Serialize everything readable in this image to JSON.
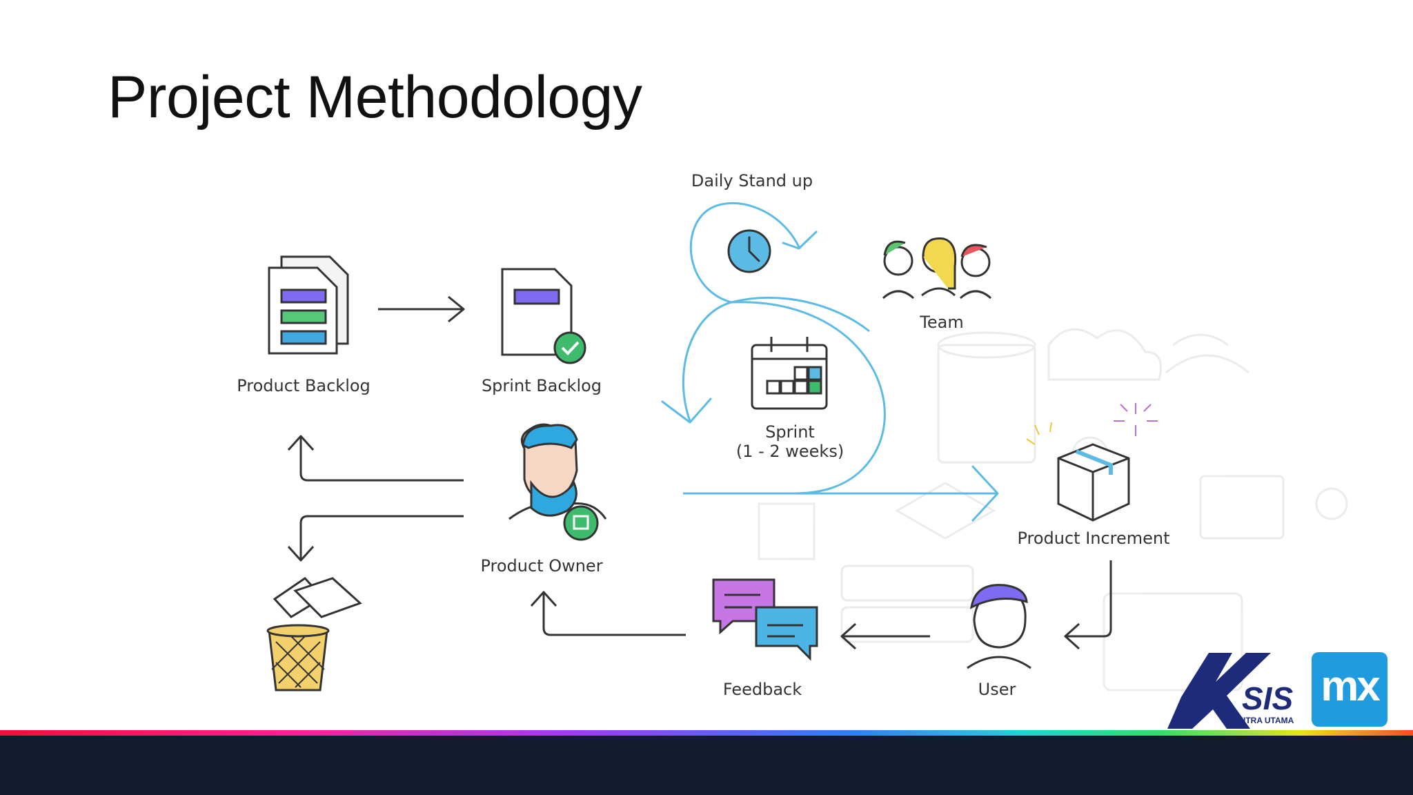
{
  "slide": {
    "title": "Project Methodology"
  },
  "diagram": {
    "daily_standup": "Daily Stand up",
    "team": "Team",
    "product_backlog": "Product Backlog",
    "sprint_backlog": "Sprint Backlog",
    "sprint": "Sprint",
    "sprint_duration": "(1 - 2 weeks)",
    "product_owner": "Product Owner",
    "product_increment": "Product Increment",
    "feedback": "Feedback",
    "user": "User"
  },
  "logos": {
    "xsis_name": "SIS",
    "xsis_tagline": "MITRA UTAMA",
    "mx_label": "mx"
  },
  "colors": {
    "flow_blue": "#5bbbe4",
    "arrow_dark": "#333333",
    "bottom_bar": "#13192e",
    "mx_blue": "#1f9be0"
  }
}
